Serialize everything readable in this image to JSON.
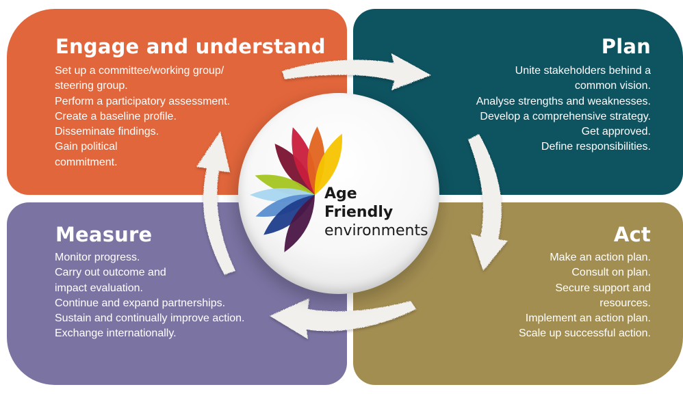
{
  "quadrants": {
    "engage": {
      "title": "Engage and understand",
      "items": [
        "Set up a committee/working group/ steering group.",
        "Perform a participatory assessment.",
        "Create a baseline profile.",
        "Disseminate findings.",
        "Gain political commitment."
      ]
    },
    "plan": {
      "title": "Plan",
      "items": [
        "Unite stakeholders behind a common vision.",
        "Analyse strengths and weaknesses.",
        "Develop a comprehensive strategy.",
        "Get approved.",
        "Define responsibilities."
      ]
    },
    "measure": {
      "title": "Measure",
      "items": [
        "Monitor progress.",
        "Carry out outcome and impact evaluation.",
        "Continue and expand partnerships.",
        "Sustain and continually improve action.",
        "Exchange internationally."
      ]
    },
    "act": {
      "title": "Act",
      "items": [
        "Make an action plan.",
        "Consult on plan.",
        "Secure support and resources.",
        "Implement an action plan.",
        "Scale up successful action."
      ]
    }
  },
  "logo": {
    "line1": "Age",
    "line2": "Friendly",
    "line3": "environments",
    "petal_colors": [
      "#7A1230",
      "#C81E3C",
      "#E3641F",
      "#F5C400",
      "#A4C521",
      "#A9D6F0",
      "#5B8ED0",
      "#1F3D8C",
      "#4A1645"
    ]
  },
  "colors": {
    "engage": "#E2663B",
    "plan": "#0E5360",
    "measure": "#7B74A3",
    "act": "#A38E52",
    "arrow": "#F2F0EC"
  }
}
